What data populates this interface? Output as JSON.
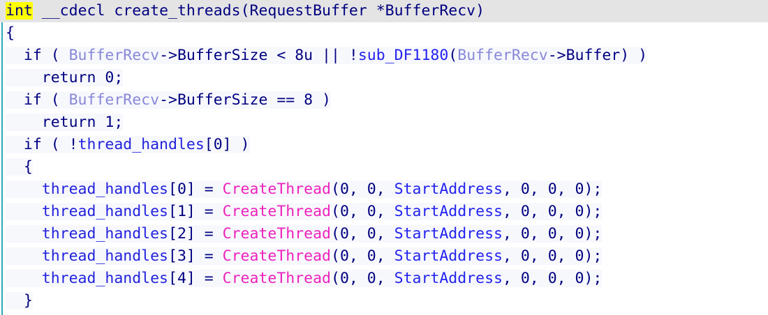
{
  "view": {
    "title": "Pseudocode",
    "highlighted_token": "int",
    "current_line_index": 0,
    "colors": {
      "background": "#ffffff",
      "default_text": "#000080",
      "local_variable": "#8888d8",
      "global_variable": "#2222dd",
      "function_name": "#2222ee",
      "api_call": "#ee22bb",
      "highlight_token_bg": "#ffff00",
      "current_line_bg": "#e4e4e4",
      "code_wash_bg": "#f7f8fc",
      "gutter_line": "#2aa8b8"
    }
  },
  "code": {
    "lines": [
      {
        "id": "line-1",
        "current": true,
        "tokens": [
          {
            "text": "int",
            "kind": "highlight"
          },
          {
            "text": " __cdecl ",
            "kind": "default"
          },
          {
            "text": "create_threads",
            "kind": "default"
          },
          {
            "text": "(RequestBuffer *BufferRecv)",
            "kind": "default"
          }
        ]
      },
      {
        "id": "line-2",
        "current": false,
        "tokens": [
          {
            "text": "{",
            "kind": "default"
          }
        ]
      },
      {
        "id": "line-3",
        "current": false,
        "tokens": [
          {
            "text": "  if ( ",
            "kind": "default"
          },
          {
            "text": "BufferRecv",
            "kind": "local"
          },
          {
            "text": "->BufferSize < 8u || !",
            "kind": "default"
          },
          {
            "text": "sub_DF1180",
            "kind": "function"
          },
          {
            "text": "(",
            "kind": "default"
          },
          {
            "text": "BufferRecv",
            "kind": "local"
          },
          {
            "text": "->Buffer) )",
            "kind": "default"
          }
        ]
      },
      {
        "id": "line-4",
        "current": false,
        "tokens": [
          {
            "text": "    return 0;",
            "kind": "default"
          }
        ]
      },
      {
        "id": "line-5",
        "current": false,
        "tokens": [
          {
            "text": "  if ( ",
            "kind": "default"
          },
          {
            "text": "BufferRecv",
            "kind": "local"
          },
          {
            "text": "->BufferSize == 8 )",
            "kind": "default"
          }
        ]
      },
      {
        "id": "line-6",
        "current": false,
        "tokens": [
          {
            "text": "    return 1;",
            "kind": "default"
          }
        ]
      },
      {
        "id": "line-7",
        "current": false,
        "tokens": [
          {
            "text": "  if ( !",
            "kind": "default"
          },
          {
            "text": "thread_handles",
            "kind": "global"
          },
          {
            "text": "[0] )",
            "kind": "default"
          }
        ]
      },
      {
        "id": "line-8",
        "current": false,
        "tokens": [
          {
            "text": "  {",
            "kind": "default"
          }
        ]
      },
      {
        "id": "line-9",
        "current": false,
        "tokens": [
          {
            "text": "    ",
            "kind": "default"
          },
          {
            "text": "thread_handles",
            "kind": "global"
          },
          {
            "text": "[0] = ",
            "kind": "default"
          },
          {
            "text": "CreateThread",
            "kind": "api"
          },
          {
            "text": "(0, 0, ",
            "kind": "default"
          },
          {
            "text": "StartAddress",
            "kind": "function"
          },
          {
            "text": ", 0, 0, 0);",
            "kind": "default"
          }
        ]
      },
      {
        "id": "line-10",
        "current": false,
        "tokens": [
          {
            "text": "    ",
            "kind": "default"
          },
          {
            "text": "thread_handles",
            "kind": "global"
          },
          {
            "text": "[1] = ",
            "kind": "default"
          },
          {
            "text": "CreateThread",
            "kind": "api"
          },
          {
            "text": "(0, 0, ",
            "kind": "default"
          },
          {
            "text": "StartAddress",
            "kind": "function"
          },
          {
            "text": ", 0, 0, 0);",
            "kind": "default"
          }
        ]
      },
      {
        "id": "line-11",
        "current": false,
        "tokens": [
          {
            "text": "    ",
            "kind": "default"
          },
          {
            "text": "thread_handles",
            "kind": "global"
          },
          {
            "text": "[2] = ",
            "kind": "default"
          },
          {
            "text": "CreateThread",
            "kind": "api"
          },
          {
            "text": "(0, 0, ",
            "kind": "default"
          },
          {
            "text": "StartAddress",
            "kind": "function"
          },
          {
            "text": ", 0, 0, 0);",
            "kind": "default"
          }
        ]
      },
      {
        "id": "line-12",
        "current": false,
        "tokens": [
          {
            "text": "    ",
            "kind": "default"
          },
          {
            "text": "thread_handles",
            "kind": "global"
          },
          {
            "text": "[3] = ",
            "kind": "default"
          },
          {
            "text": "CreateThread",
            "kind": "api"
          },
          {
            "text": "(0, 0, ",
            "kind": "default"
          },
          {
            "text": "StartAddress",
            "kind": "function"
          },
          {
            "text": ", 0, 0, 0);",
            "kind": "default"
          }
        ]
      },
      {
        "id": "line-13",
        "current": false,
        "tokens": [
          {
            "text": "    ",
            "kind": "default"
          },
          {
            "text": "thread_handles",
            "kind": "global"
          },
          {
            "text": "[4] = ",
            "kind": "default"
          },
          {
            "text": "CreateThread",
            "kind": "api"
          },
          {
            "text": "(0, 0, ",
            "kind": "default"
          },
          {
            "text": "StartAddress",
            "kind": "function"
          },
          {
            "text": ", 0, 0, 0);",
            "kind": "default"
          }
        ]
      },
      {
        "id": "line-14",
        "current": false,
        "tokens": [
          {
            "text": "  }",
            "kind": "default"
          }
        ]
      }
    ]
  }
}
